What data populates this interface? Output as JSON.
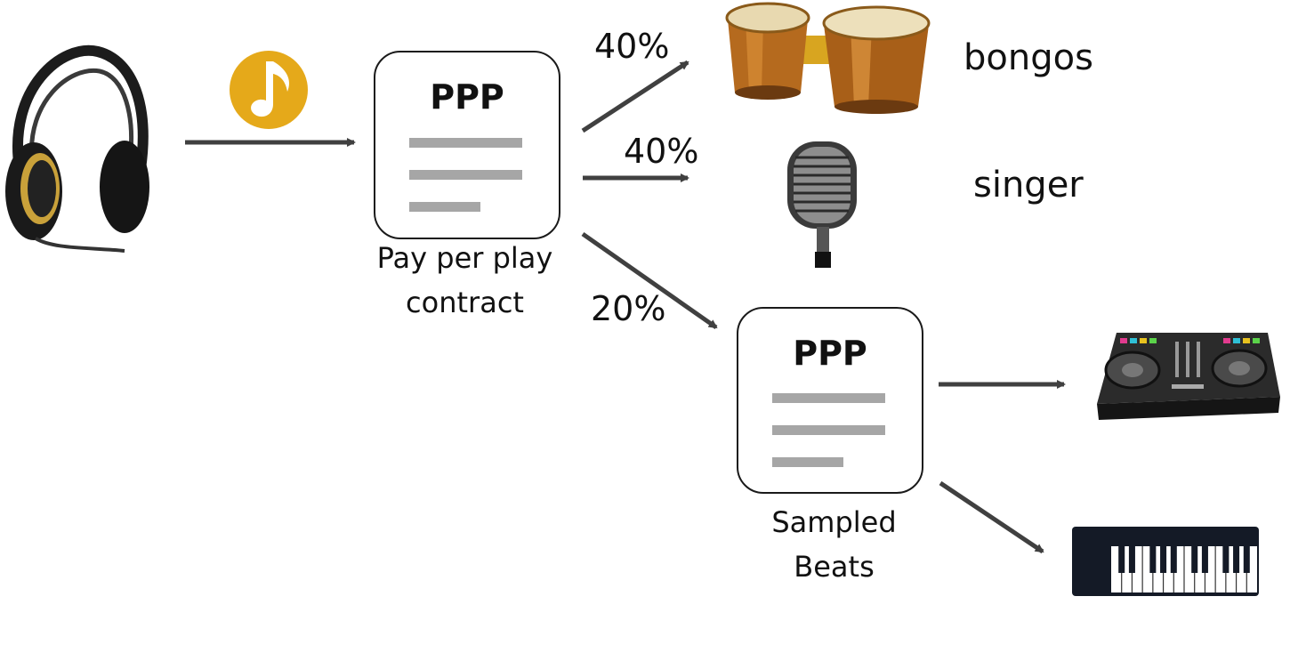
{
  "contracts": [
    {
      "title": "PPP",
      "caption_line1": "Pay per play",
      "caption_line2": "contract"
    },
    {
      "title": "PPP",
      "caption_line1": "Sampled",
      "caption_line2": "Beats"
    }
  ],
  "splits": [
    {
      "percent": "40%",
      "recipient": "bongos",
      "icon": "bongos-icon"
    },
    {
      "percent": "40%",
      "recipient": "singer",
      "icon": "microphone-icon"
    },
    {
      "percent": "20%",
      "recipient": "",
      "icon": "contract-box"
    }
  ],
  "icons": {
    "listener": "headphones-icon",
    "token": "jam-token-icon",
    "dj": "dj-controller-icon",
    "keys": "keyboard-icon"
  },
  "colors": {
    "arrow": "#404040",
    "token": "#e5a91a",
    "placeholder_line": "#a6a6a6"
  }
}
